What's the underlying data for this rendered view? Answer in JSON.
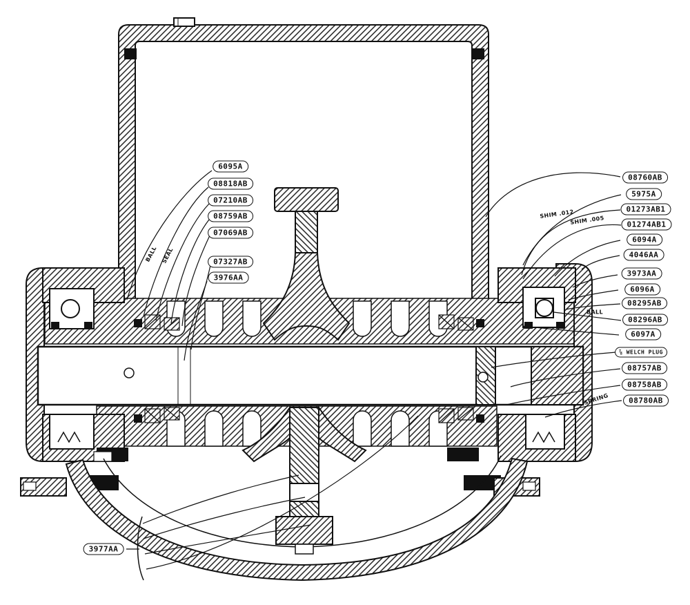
{
  "colors": {
    "ink": "#111111",
    "paper": "#ffffff"
  },
  "callouts": {
    "left": [
      {
        "label": "6095A"
      },
      {
        "label": "08818AB"
      },
      {
        "label": "07210AB"
      },
      {
        "label": "08759AB"
      },
      {
        "label": "07069AB"
      },
      {
        "label": "07327AB"
      },
      {
        "label": "3976AA"
      }
    ],
    "right": [
      {
        "label": "08760AB"
      },
      {
        "label": "5975A"
      },
      {
        "label": "01273AB1"
      },
      {
        "label": "01274AB1"
      },
      {
        "label": "6094A"
      },
      {
        "label": "4046AA"
      },
      {
        "label": "3973AA"
      },
      {
        "label": "6096A"
      },
      {
        "label": "08295AB"
      },
      {
        "label": "08296AB"
      },
      {
        "label": "6097A"
      },
      {
        "label": "⅞ WELCH PLUG"
      },
      {
        "label": "08757AB"
      },
      {
        "label": "08758AB"
      },
      {
        "label": "08780AB"
      }
    ],
    "bottom": [
      {
        "label": "3977AA"
      }
    ]
  },
  "annotations": {
    "ball_left": "BALL",
    "seal_left": "SEAL",
    "shim_top": "SHIM .012",
    "shim_bottom": "SHIM .005",
    "ball_right": "BALL",
    "spring": "SPRING"
  }
}
